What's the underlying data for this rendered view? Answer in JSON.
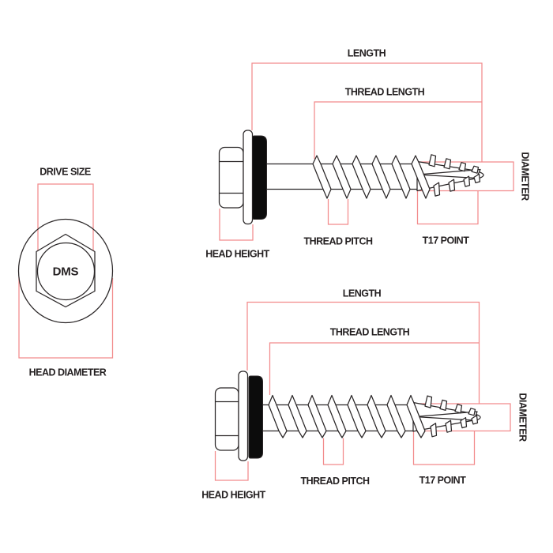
{
  "colors": {
    "background": "#ffffff",
    "dimension_red": "#f28b8c",
    "outline": "#2a2627",
    "text": "#231f20",
    "seal_black": "#0c0c0c"
  },
  "head_view": {
    "drive_size_label": "DRIVE SIZE",
    "drive_marking": "DMS",
    "head_diameter_label": "HEAD DIAMETER"
  },
  "screw_top": {
    "length_label": "LENGTH",
    "thread_length_label": "THREAD LENGTH",
    "diameter_label": "DIAMETER",
    "head_height_label": "HEAD HEIGHT",
    "thread_pitch_label": "THREAD PITCH",
    "t17_point_label": "T17 POINT"
  },
  "screw_bottom": {
    "length_label": "LENGTH",
    "thread_length_label": "THREAD LENGTH",
    "diameter_label": "DIAMETER",
    "head_height_label": "HEAD HEIGHT",
    "thread_pitch_label": "THREAD PITCH",
    "t17_point_label": "T17 POINT"
  }
}
